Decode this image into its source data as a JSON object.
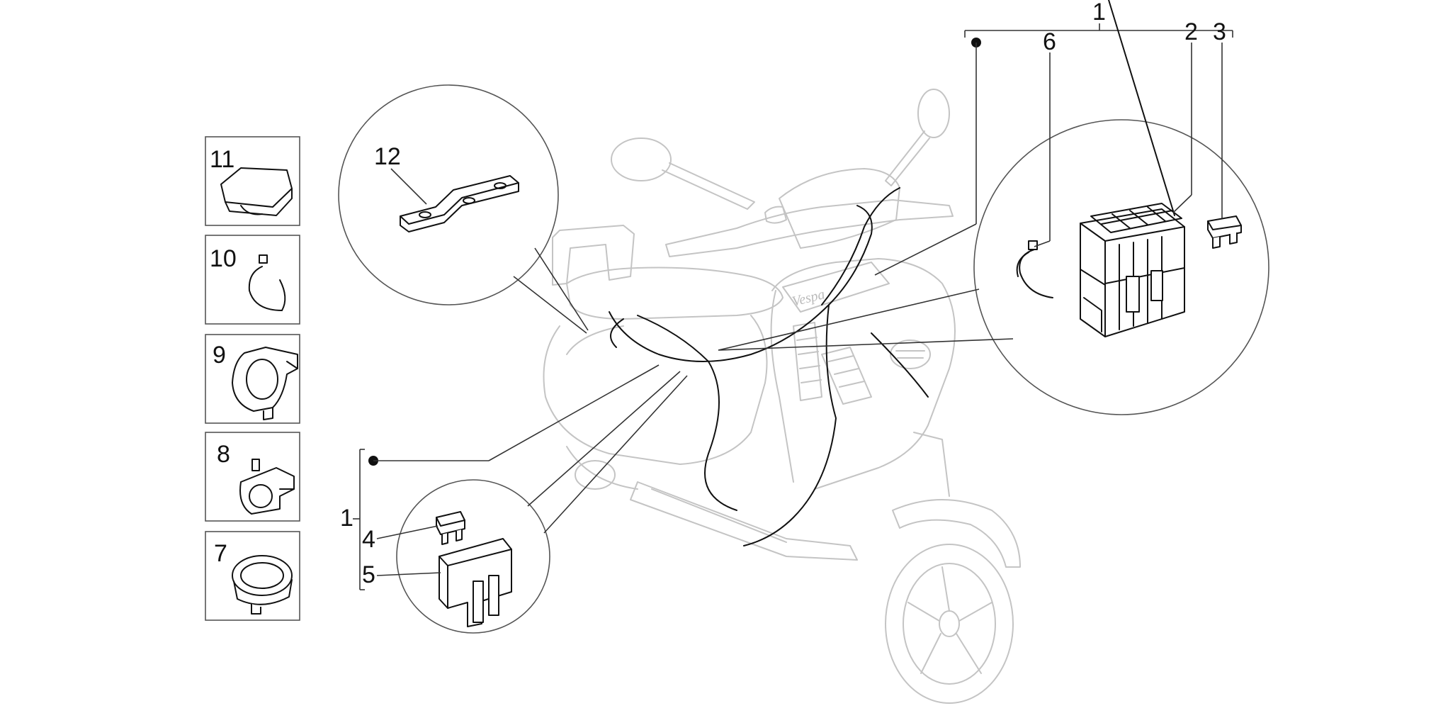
{
  "callouts": {
    "assembly_top": "1",
    "assembly_left": "1",
    "harness_tie": "6",
    "fuse_box": "2",
    "fuse_large": "3",
    "fuse_small": "4",
    "fuse_holder": "5",
    "bracket_plate": "12"
  },
  "parts_column": [
    {
      "label": "11",
      "icon": "clip-icon"
    },
    {
      "label": "10",
      "icon": "cable-tie-icon"
    },
    {
      "label": "9",
      "icon": "cable-clamp-icon"
    },
    {
      "label": "8",
      "icon": "cable-holder-icon"
    },
    {
      "label": "7",
      "icon": "band-clamp-icon"
    }
  ],
  "colors": {
    "ink": "#111111",
    "ghost_outline": "#c4c4c4",
    "background": "#ffffff"
  },
  "logo_text": "Vespa"
}
